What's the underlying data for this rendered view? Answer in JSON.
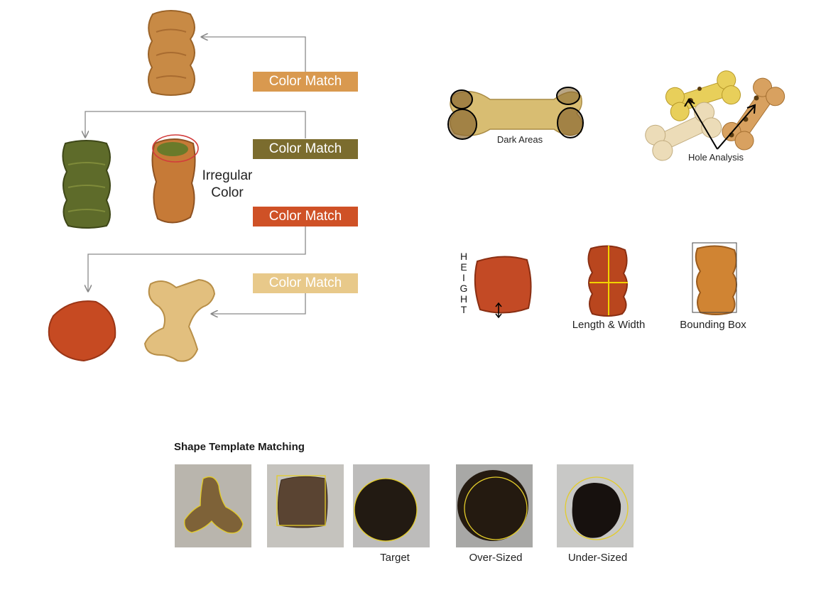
{
  "color_flow": {
    "labels": [
      "Color Match",
      "Color Match",
      "Color Match",
      "Color Match"
    ],
    "label_colors": [
      "#d9994f",
      "#7b6c2e",
      "#cf5126",
      "#e8c98a"
    ],
    "irregular_line1": "Irregular",
    "irregular_line2": "Color",
    "irregular_marker_color": "#d23b3b"
  },
  "analysis": {
    "dark_areas": "Dark Areas",
    "hole_analysis": "Hole Analysis",
    "height_letters": [
      "H",
      "E",
      "I",
      "G",
      "H",
      "T"
    ],
    "length_width": "Length & Width",
    "bounding_box": "Bounding Box",
    "measure_color": "#f2d300"
  },
  "template_matching": {
    "title": "Shape Template Matching",
    "tiles": [
      {
        "caption": ""
      },
      {
        "caption": ""
      },
      {
        "caption": "Target"
      },
      {
        "caption": "Over-Sized"
      },
      {
        "caption": "Under-Sized"
      }
    ],
    "outline_color": "#e3cc2a"
  }
}
